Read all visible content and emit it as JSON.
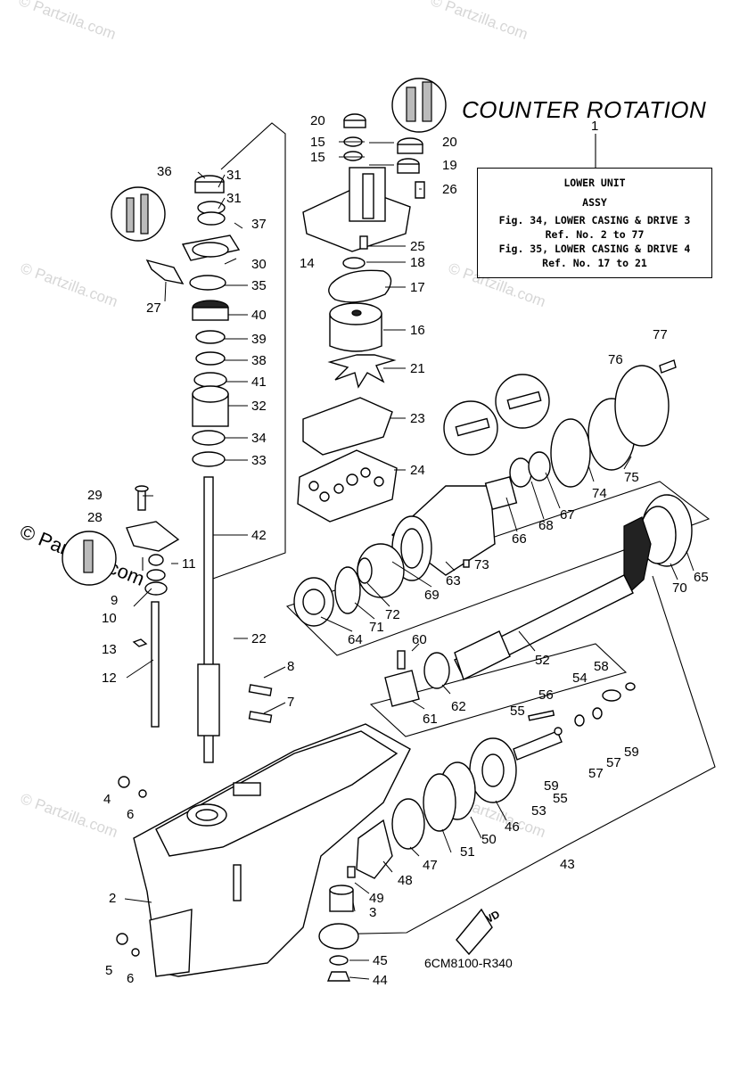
{
  "title": "COUNTER ROTATION",
  "reference_box": {
    "callout": "1",
    "heading_line1": "LOWER UNIT",
    "heading_line2": "ASSY",
    "lines": [
      "Fig. 34, LOWER CASING & DRIVE 3",
      "Ref. No. 2 to 77",
      "Fig. 35, LOWER CASING & DRIVE 4",
      "Ref. No. 17 to 21"
    ]
  },
  "diagram_code": "6CM8100-R340",
  "fwd_label": "FWD",
  "watermark_text": "© Partzilla.com",
  "callouts": [
    "36",
    "31",
    "31",
    "37",
    "30",
    "27",
    "35",
    "40",
    "39",
    "38",
    "41",
    "32",
    "34",
    "33",
    "20",
    "15",
    "15",
    "20",
    "19",
    "26",
    "14",
    "25",
    "18",
    "17",
    "16",
    "21",
    "23",
    "24",
    "29",
    "28",
    "11",
    "9",
    "10",
    "13",
    "12",
    "42",
    "22",
    "8",
    "7",
    "4",
    "6",
    "2",
    "5",
    "6",
    "77",
    "76",
    "75",
    "74",
    "67",
    "68",
    "66",
    "73",
    "63",
    "69",
    "72",
    "71",
    "64",
    "65",
    "70",
    "60",
    "52",
    "61",
    "62",
    "56",
    "54",
    "58",
    "55",
    "59",
    "57",
    "57",
    "59",
    "53",
    "55",
    "46",
    "50",
    "51",
    "47",
    "48",
    "49",
    "3",
    "43",
    "45",
    "44"
  ]
}
